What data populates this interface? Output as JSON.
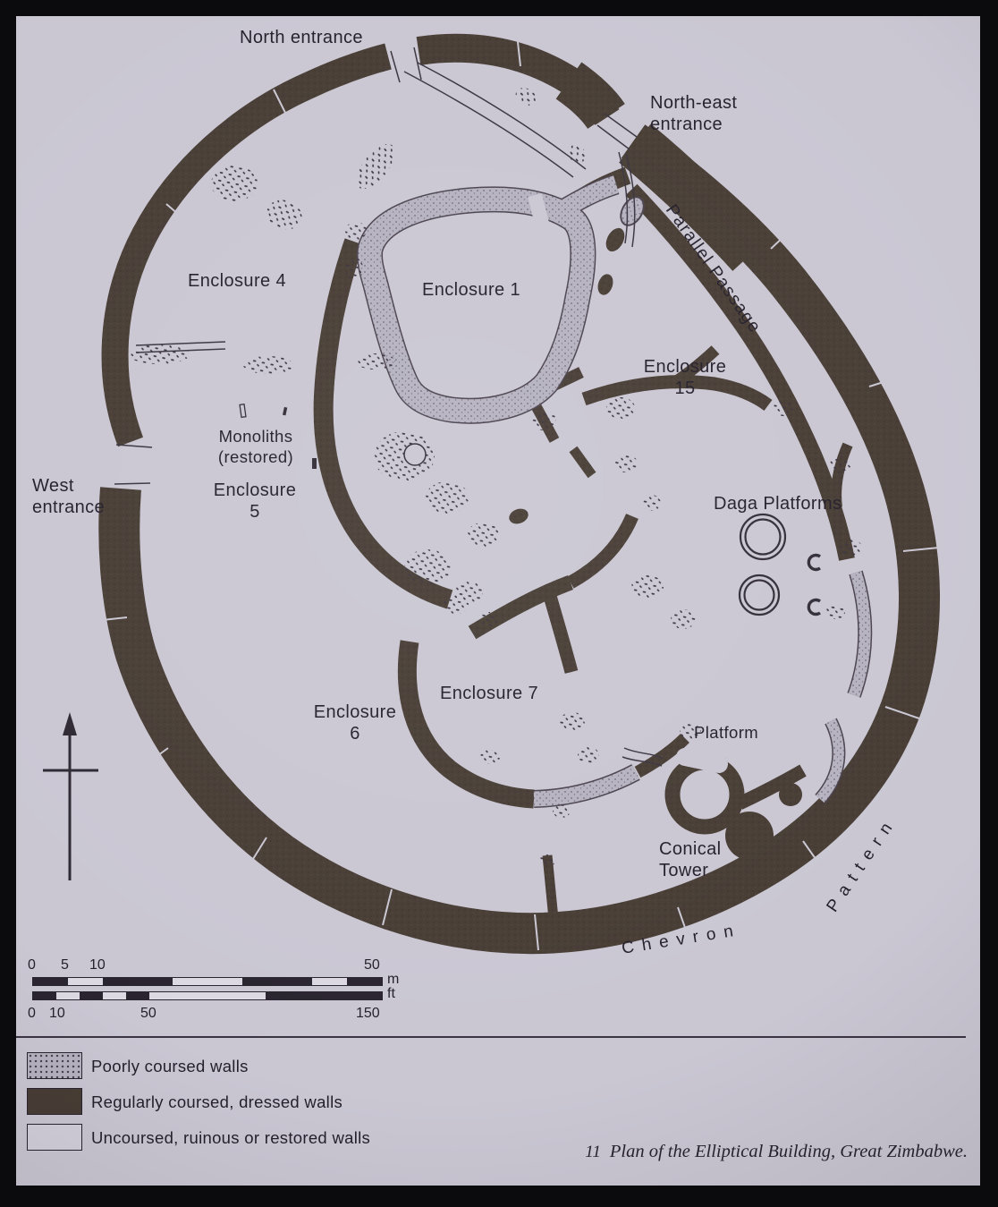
{
  "plan_labels": {
    "north_entrance": "North entrance",
    "north_east_entrance": "North-east\nentrance",
    "parallel_passage": "Parallel Passage",
    "enclosure_4": "Enclosure 4",
    "enclosure_1": "Enclosure 1",
    "enclosure_15": "Enclosure\n15",
    "monoliths": "Monoliths\n(restored)",
    "west_entrance": "West\nentrance",
    "enclosure_5": "Enclosure\n5",
    "daga_platforms": "Daga Platforms",
    "enclosure_7": "Enclosure 7",
    "enclosure_6": "Enclosure\n6",
    "platform": "Platform",
    "conical_tower": "Conical\nTower",
    "chevron": "Chevron",
    "pattern": "Pattern"
  },
  "scale": {
    "m_bar": {
      "ticks": [
        "0",
        "5",
        "10",
        "50"
      ],
      "unit": "m"
    },
    "ft_bar": {
      "ticks": [
        "0",
        "10",
        "50",
        "150"
      ],
      "unit": "ft"
    }
  },
  "legend": {
    "items": [
      {
        "key": "poorly-coursed",
        "label": "Poorly coursed walls"
      },
      {
        "key": "regularly-coursed",
        "label": "Regularly coursed, dressed walls"
      },
      {
        "key": "uncoursed",
        "label": "Uncoursed, ruinous or restored walls"
      }
    ]
  },
  "figure_caption": {
    "number": "11",
    "text": "Plan of the Elliptical Building, Great Zimbabwe."
  },
  "colors": {
    "paper": "#cac7d3",
    "dark_wall": "#473d35",
    "light_wall": "#b6b2c0",
    "ink": "#29242f"
  }
}
